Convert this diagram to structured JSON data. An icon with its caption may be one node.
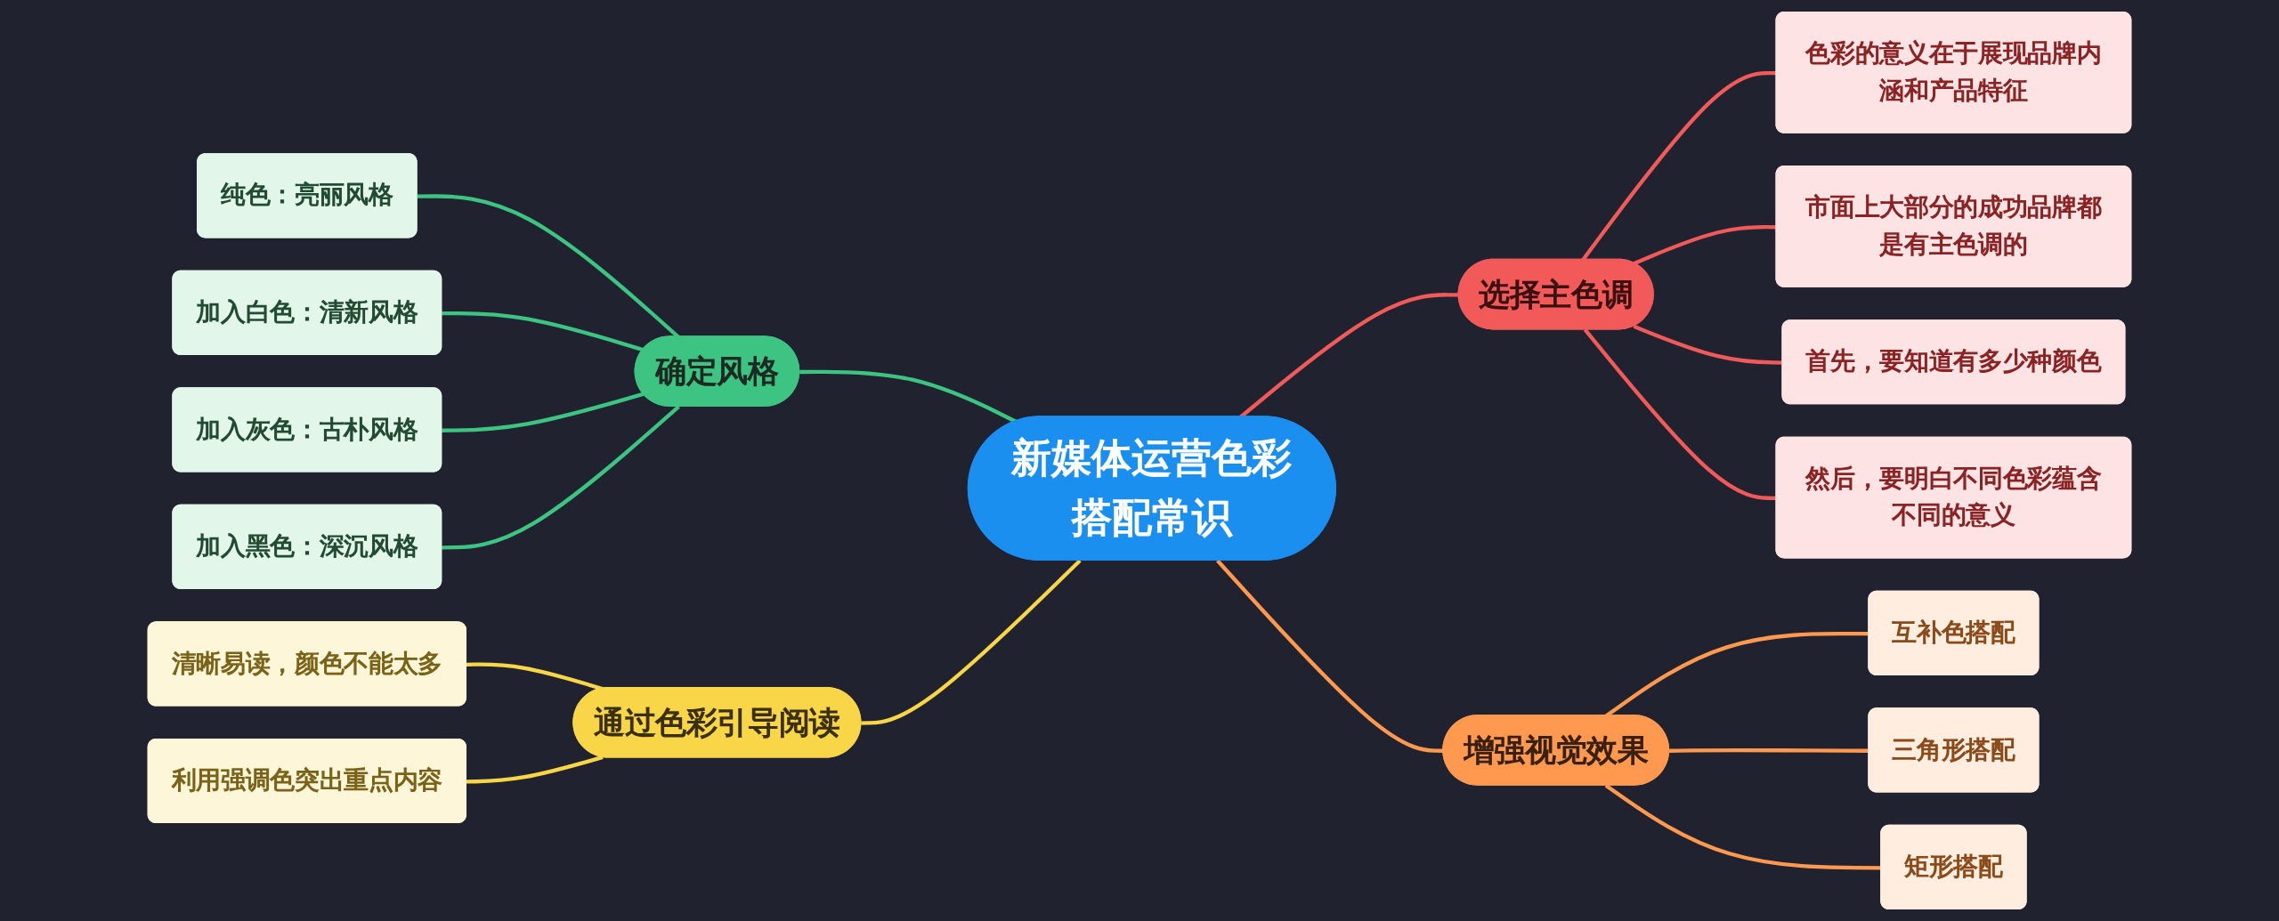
{
  "diagram": {
    "nodes": [
      {
        "text": [
          "新媒体运营色彩搭配常识"
        ]
      },
      {
        "text": [
          "确定风格"
        ]
      },
      {
        "text": [
          "纯色：亮丽风格"
        ]
      },
      {
        "text": [
          "加入白色：清新风格"
        ]
      },
      {
        "text": [
          "加入灰色：古朴风格"
        ]
      },
      {
        "text": [
          "加入黑色：深沉风格"
        ]
      },
      {
        "text": [
          "通过色彩引导阅读"
        ]
      },
      {
        "text": [
          "清晰易读，颜色不能太多"
        ]
      },
      {
        "text": [
          "利用强调色突出重点内容"
        ]
      },
      {
        "text": [
          "选择主色调"
        ]
      },
      {
        "text": [
          "色彩的意义在于展现品牌内涵和产品特征"
        ]
      },
      {
        "text": [
          "市面上大部分的成功品牌都是有主色调的"
        ]
      },
      {
        "text": [
          "首先，要知道有多少种颜色"
        ]
      },
      {
        "text": [
          "然后，要明白不同色彩蕴含不同的意义"
        ]
      },
      {
        "text": [
          "增强视觉效果"
        ]
      },
      {
        "text": [
          "互补色搭配"
        ]
      },
      {
        "text": [
          "三角形搭配"
        ]
      },
      {
        "text": [
          "矩形搭配"
        ]
      }
    ],
    "edges": [
      {
        "from": 1,
        "to": 0,
        "arrow": "none",
        "color": "#3dc482"
      },
      {
        "from": 2,
        "to": 1,
        "arrow": "none",
        "color": "#3dc482"
      },
      {
        "from": 3,
        "to": 1,
        "arrow": "none",
        "color": "#3dc482"
      },
      {
        "from": 4,
        "to": 1,
        "arrow": "none",
        "color": "#3dc482"
      },
      {
        "from": 5,
        "to": 1,
        "arrow": "none",
        "color": "#3dc482"
      },
      {
        "from": 6,
        "to": 0,
        "arrow": "none",
        "color": "#f9d548"
      },
      {
        "from": 7,
        "to": 6,
        "arrow": "none",
        "color": "#f9d548"
      },
      {
        "from": 8,
        "to": 6,
        "arrow": "none",
        "color": "#f9d548"
      },
      {
        "from": 0,
        "to": 9,
        "arrow": "none",
        "color": "#f25a5a"
      },
      {
        "from": 9,
        "to": 10,
        "arrow": "none",
        "color": "#f25a5a"
      },
      {
        "from": 9,
        "to": 11,
        "arrow": "none",
        "color": "#f25a5a"
      },
      {
        "from": 9,
        "to": 12,
        "arrow": "none",
        "color": "#f25a5a"
      },
      {
        "from": 9,
        "to": 13,
        "arrow": "none",
        "color": "#f25a5a"
      },
      {
        "from": 0,
        "to": 14,
        "arrow": "none",
        "color": "#ff994f"
      },
      {
        "from": 14,
        "to": 15,
        "arrow": "none",
        "color": "#ff994f"
      },
      {
        "from": 14,
        "to": 16,
        "arrow": "none",
        "color": "#ff994f"
      },
      {
        "from": 14,
        "to": 17,
        "arrow": "none",
        "color": "#ff994f"
      }
    ]
  }
}
